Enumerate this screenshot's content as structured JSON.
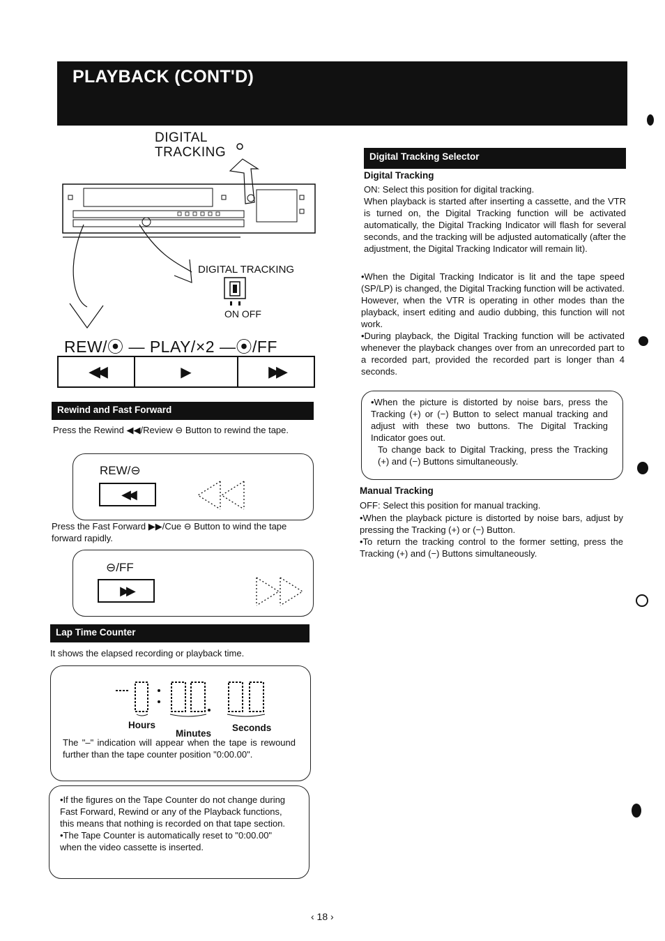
{
  "header": {
    "title": "PLAYBACK (CONT'D)"
  },
  "figure": {
    "digital_tracking_label": "DIGITAL\nTRACKING",
    "digital_tracking_caption": "DIGITAL TRACKING",
    "switch_states": "ON OFF",
    "button_legend": "REW/⦿ — PLAY/×2 —⦿/FF"
  },
  "rewind_ff": {
    "heading": "Rewind and Fast Forward",
    "rewind_text": "Press the Rewind ◀◀/Review ⊖ Button to rewind the tape.",
    "rew_label": "REW/⊖",
    "ff_text": "Press the Fast Forward ▶▶/Cue ⊖ Button to wind the tape forward rapidly.",
    "ff_label": "⊖/FF"
  },
  "lap_time": {
    "heading": "Lap Time Counter",
    "intro": "It shows the elapsed recording or playback time.",
    "hours": "Hours",
    "minutes": "Minutes",
    "seconds": "Seconds",
    "note": "The \"–\" indication will appear when the tape is rewound further than the tape counter position \"0:00.00\".",
    "bullets": [
      "•If the figures on the Tape Counter do not change during Fast Forward, Rewind or any of the Playback functions, this means that nothing is recorded on that tape section.",
      "•The Tape Counter is automatically reset to \"0:00.00\" when the video cassette is inserted."
    ]
  },
  "dts": {
    "heading": "Digital Tracking Selector",
    "subheading": "Digital Tracking",
    "on_line": "ON:  Select this position for digital tracking.",
    "para": "When playback is started after inserting a cassette, and the VTR is turned on, the Digital Tracking function will be activated automatically, the Digital Tracking Indicator will flash for several seconds, and the tracking will be adjusted automatically (after the adjustment, the Digital Tracking Indicator will remain lit).",
    "bullets": [
      "•When the Digital Tracking Indicator is lit and the tape speed (SP/LP) is changed, the Digital Tracking function will be activated. However, when the VTR is operating in other modes than the playback, insert editing and audio dubbing, this function will not work.",
      "•During playback, the Digital Tracking function will be activated whenever the playback changes over from an unrecorded part to a recorded part, provided the recorded part is longer than 4 seconds."
    ],
    "note_box": [
      "•When the picture is distorted by noise bars, press the Tracking (+) or (−) Button to select manual tracking and adjust with these two buttons. The Digital Tracking Indicator goes out.",
      "To change back to Digital Tracking, press the Tracking (+) and (−) Buttons simultaneously."
    ],
    "manual_heading": "Manual Tracking",
    "off_line": "OFF:  Select this position for manual tracking.",
    "manual_bullets": [
      "•When the playback picture is distorted by noise bars, adjust by pressing the Tracking (+) or (−) Button.",
      "•To return the tracking control to the former setting, press the Tracking (+) and (−) Buttons simultaneously."
    ]
  },
  "page_number": "‹ 18 ›"
}
